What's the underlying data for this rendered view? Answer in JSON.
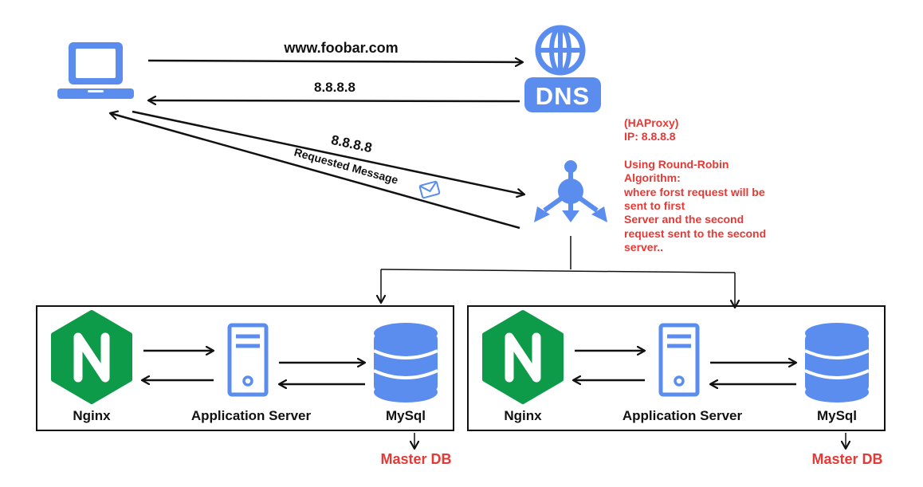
{
  "colors": {
    "icon_blue": "#5b8def",
    "nginx_green": "#0d9b4a",
    "note_red": "#e53935",
    "line": "#111111"
  },
  "client": {
    "icon": "laptop-icon"
  },
  "dns": {
    "icon": "globe-icon",
    "label": "DNS"
  },
  "arrows": {
    "request_url": "www.foobar.com",
    "dns_reply_ip": "8.8.8.8",
    "lb_ip": "8.8.8.8",
    "requested_message": "Requested Message"
  },
  "load_balancer": {
    "icon": "load-balancer-icon",
    "note_line1": "(HAProxy)",
    "note_line2": "IP: 8.8.8.8",
    "note_line3": "Using Round-Robin",
    "note_line4": "Algorithm:",
    "note_line5": "where forst request will be",
    "note_line6": "sent to first",
    "note_line7": "Server and the second",
    "note_line8": "request sent to the second",
    "note_line9": "server.."
  },
  "servers": [
    {
      "nginx_label": "Nginx",
      "app_label": "Application Server",
      "db_label": "MySql",
      "db_role": "Master DB"
    },
    {
      "nginx_label": "Nginx",
      "app_label": "Application Server",
      "db_label": "MySql",
      "db_role": "Master DB"
    }
  ]
}
